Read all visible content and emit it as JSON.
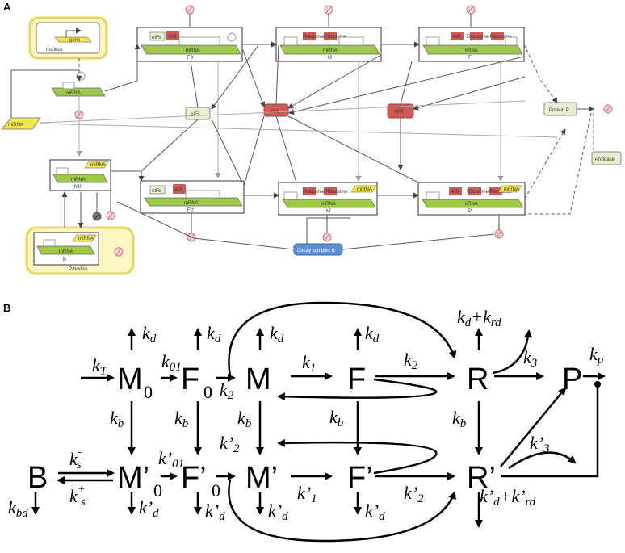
{
  "panels": {
    "a": "A",
    "b": "B"
  },
  "panel_a": {
    "gene": "gene",
    "nucleus": "nucleus",
    "mirna_left": "miRNA",
    "mrna": "mRNA",
    "mirna_tag": "miRNA",
    "eifs": "eIFs",
    "s40": "40S",
    "s60": "60S",
    "ribosome_pair": "RibosomeRibosome",
    "ribosome_pair_sp": "Ribosome Ribosome",
    "protein_p": "Protein P",
    "protease": "Protease",
    "decay": "Decay complex D",
    "p_bodies": "P-bodies",
    "states": {
      "F0": "F0",
      "M": "M",
      "F": "F",
      "M0p": "M0'",
      "F0p": "F0'",
      "Mp": "M'",
      "Pp": "P'",
      "B": "B"
    }
  },
  "panel_b": {
    "nodes": {
      "M0": "M",
      "F0": "F",
      "M": "M",
      "F": "F",
      "R": "R",
      "P": "P",
      "B": "B",
      "Mp": "M’",
      "Fp": "F’",
      "Mp2": "M’",
      "Fp2": "F’",
      "Rp": "R’"
    },
    "subs": {
      "zero": "0"
    },
    "rates": {
      "kT": "k",
      "kT_s": "T",
      "kd": "k",
      "kd_s": "d",
      "k01": "k",
      "k01_s": "01",
      "k1": "k",
      "k1_s": "1",
      "k2": "k",
      "k2_s": "2",
      "k3": "k",
      "k3_s": "3",
      "kp": "k",
      "kp_s": "p",
      "kb": "k",
      "kb_s": "b",
      "kbd": "k",
      "kbd_s": "bd",
      "kdkrd": "k",
      "kdkrd_s1": "d",
      "kdkrd_plus": "+k",
      "kdkrd_s2": "rd",
      "ksm": "k",
      "ksm_sup": "-",
      "ksm_s": "s",
      "ksp": "k",
      "ksp_sup": "+",
      "ksp_s": "s",
      "kp01": "k’",
      "kp01_s": "01",
      "kp2": "k’",
      "kp2_s": "2",
      "kp1": "k’",
      "kp1_s": "1",
      "kpd": "k’",
      "kpd_s": "d",
      "kp3": "k’",
      "kp3_s": "3",
      "kpdrd": "k’",
      "kpdrd_s1": "d",
      "kpdrd_plus": "+k’",
      "kpdrd_s2": "rd"
    }
  }
}
